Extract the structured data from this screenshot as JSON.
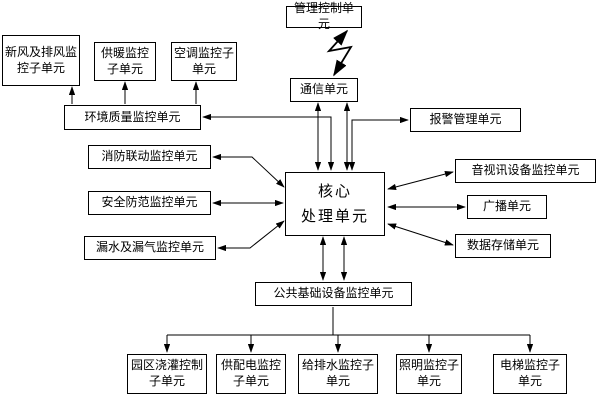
{
  "diagram": {
    "title": "",
    "colors": {
      "line": "#000000",
      "box_border": "#000000",
      "box_bg": "#ffffff",
      "background": "#ffffff"
    },
    "nodes": {
      "mgmt": {
        "label": "管理控制单元"
      },
      "comm": {
        "label": "通信单元"
      },
      "core": {
        "line1": "核心",
        "line2": "处理单元"
      },
      "fresh_air": {
        "label": "新风及排风监控子单元"
      },
      "heating": {
        "label": "供暖监控子单元"
      },
      "hvac": {
        "label": "空调监控子单元"
      },
      "env": {
        "label": "环境质量监控单元"
      },
      "fire": {
        "label": "消防联动监控单元"
      },
      "security": {
        "label": "安全防范监控单元"
      },
      "leak": {
        "label": "漏水及漏气监控单元"
      },
      "alarm": {
        "label": "报警管理单元"
      },
      "av": {
        "label": "音视讯设备监控单元"
      },
      "broadcast": {
        "label": "广播单元"
      },
      "storage": {
        "label": "数据存储单元"
      },
      "public": {
        "label": "公共基础设备监控单元"
      },
      "irrigation": {
        "label": "园区浇灌控制子单元"
      },
      "power": {
        "label": "供配电监控子单元"
      },
      "drainage": {
        "label": "给排水监控子单元"
      },
      "lighting": {
        "label": "照明监控子单元"
      },
      "elevator": {
        "label": "电梯监控子单元"
      }
    },
    "edges": [
      "mgmt<->comm (wireless zigzag)",
      "comm<->core (double link)",
      "env->fresh_air",
      "env->heating",
      "env->hvac",
      "env<->core",
      "alarm<->core",
      "fire<->core",
      "security<->core",
      "leak<->core",
      "av<->core",
      "broadcast<->core",
      "storage<->core",
      "core<->public (double link)",
      "public->bus->irrigation",
      "public->bus->power",
      "public->bus->drainage",
      "public->bus->lighting",
      "public->bus->elevator"
    ]
  }
}
